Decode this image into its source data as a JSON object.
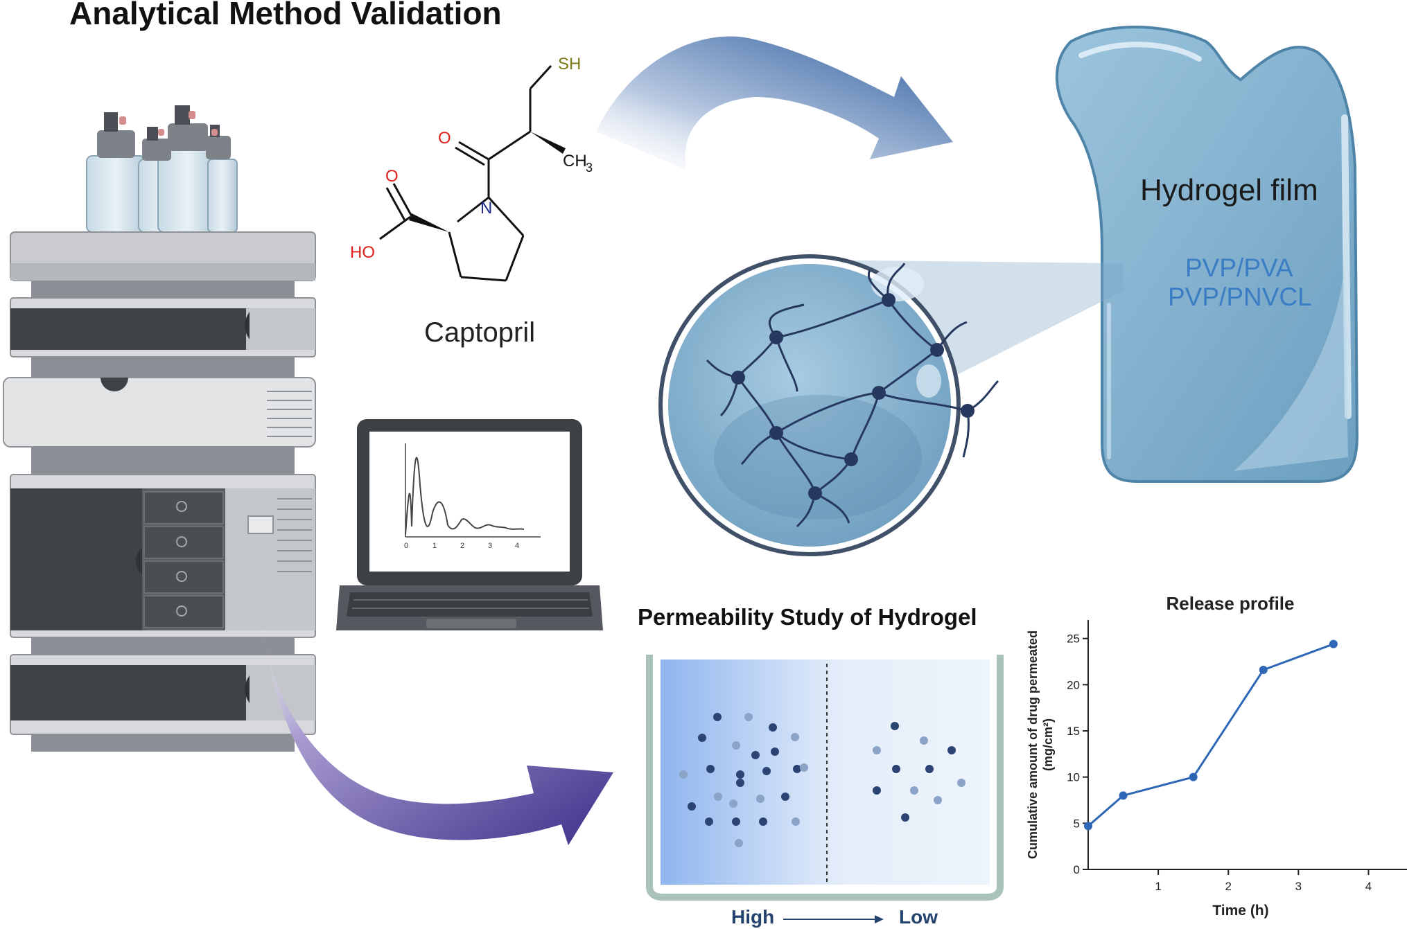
{
  "title": "Analytical Method Validation",
  "molecule": {
    "name": "Captopril",
    "atoms": {
      "sh": "SH",
      "o_ketone": "O",
      "o_acid": "O",
      "ho": "HO",
      "n": "N",
      "ch": "CH",
      "ch_sub": "3"
    }
  },
  "hydrogel": {
    "label": "Hydrogel film",
    "polymers": [
      "PVP/PVA",
      "PVP/PNVCL"
    ]
  },
  "permeability": {
    "title": "Permeability Study of Hydrogel",
    "gradient_from": "High",
    "gradient_to": "Low"
  },
  "laptop_chart": {
    "x_ticks": [
      "0",
      "1",
      "2",
      "3",
      "4"
    ]
  },
  "colors": {
    "accent_blue": "#2e62a8",
    "purple_arrow": "#4b3b93",
    "hydrogel_fill": "#7fb0cf",
    "polymer_text": "#3a7dc4",
    "node_dark": "#26385e",
    "line_chart": "#2d67b6"
  },
  "chart_data": {
    "type": "line",
    "title": "Release profile",
    "xlabel": "Time (h)",
    "ylabel": "Cumulative amount of drug permeated",
    "ylabel_unit": "(mg/cm²)",
    "x_ticks": [
      1,
      2,
      3,
      4
    ],
    "y_ticks": [
      0,
      5,
      10,
      15,
      20,
      25
    ],
    "xlim": [
      0,
      4.5
    ],
    "ylim": [
      0,
      27
    ],
    "grid": false,
    "x": [
      0,
      0.5,
      1.5,
      2.5,
      3.5
    ],
    "series": [
      {
        "values": [
          4.7,
          8,
          10,
          21.6,
          24.4
        ]
      }
    ]
  }
}
